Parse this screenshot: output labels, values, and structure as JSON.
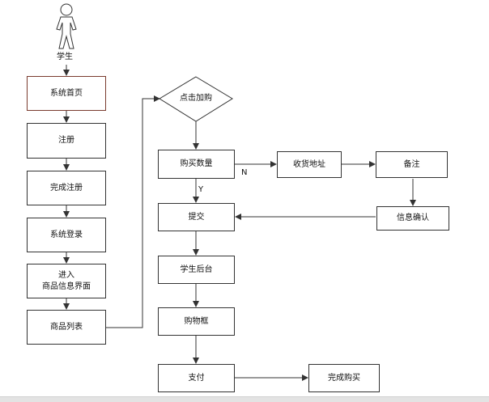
{
  "actor": {
    "label": "学生"
  },
  "left_column": {
    "home": "系统首页",
    "register": "注册",
    "register_done": "完成注册",
    "login": "系统登录",
    "enter_line1": "进入",
    "enter_line2": "商品信息界面",
    "product_list": "商品列表"
  },
  "flow": {
    "click_add": "点击加购",
    "quantity": "购买数量",
    "submit": "提交",
    "student_backend": "学生后台",
    "cart": "购物框",
    "pay": "支付",
    "purchase_done": "完成购买",
    "address": "收货地址",
    "remarks": "备注",
    "confirm_info": "信息确认"
  },
  "edge_labels": {
    "no": "N",
    "yes": "Y"
  },
  "colors": {
    "stroke": "#333333",
    "first_box_border": "#7a3b2e"
  }
}
